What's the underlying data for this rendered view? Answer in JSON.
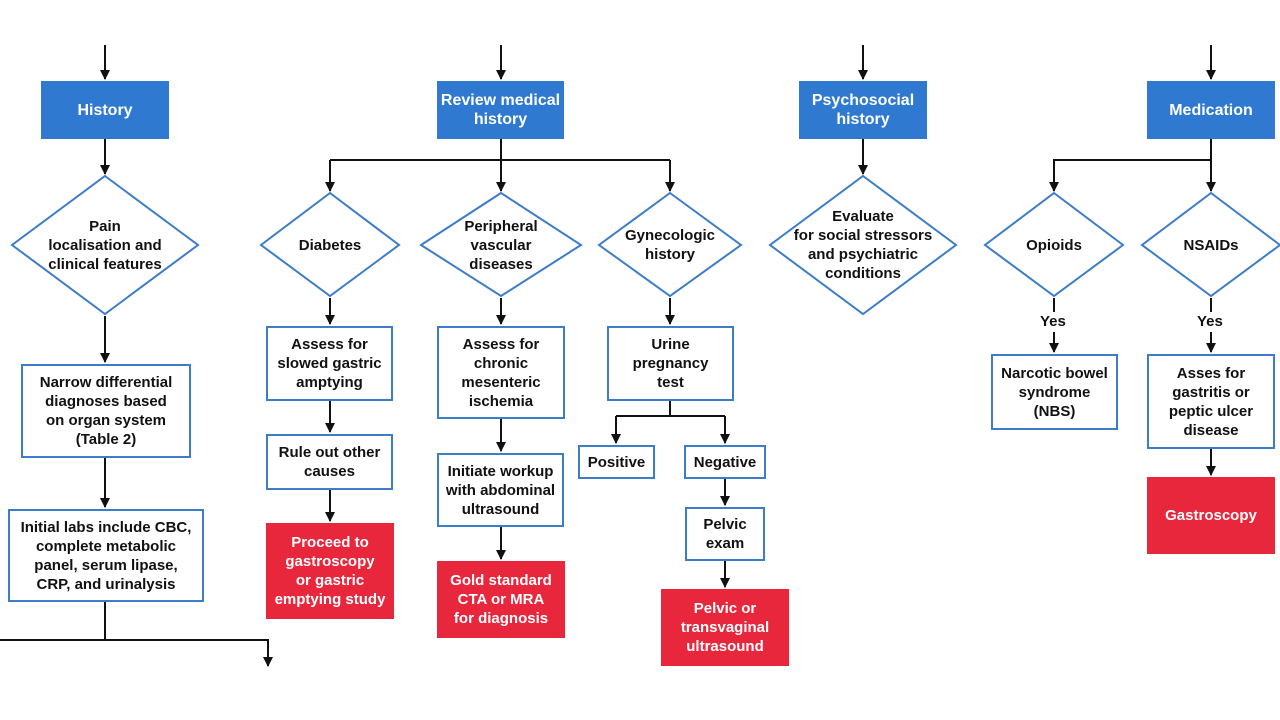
{
  "colors": {
    "header": "#2f7ad0",
    "terminal": "#e8263c",
    "box_border": "#3c7cc8",
    "line": "#111111"
  },
  "columns": {
    "history": {
      "header": "History",
      "diamond": "Pain\nlocalisation and\nclinical features",
      "step1": "Narrow differential\ndiagnoses based\non organ system\n(Table 2)",
      "step2": "Initial labs include CBC,\ncomplete metabolic\npanel, serum lipase,\nCRP, and urinalysis"
    },
    "medical": {
      "header": "Review medical\nhistory",
      "diabetes": {
        "diamond": "Diabetes",
        "step1": "Assess for\nslowed gastric\namptying",
        "step2": "Rule out other\ncauses",
        "terminal": "Proceed to\ngastroscopy\nor gastric\nemptying study"
      },
      "pvd": {
        "diamond": "Peripheral\nvascular\ndiseases",
        "step1": "Assess for\nchronic\nmesenteric\nischemia",
        "step2": "Initiate workup\nwith abdominal\nultrasound",
        "terminal": "Gold standard\nCTA or MRA\nfor diagnosis"
      },
      "gyn": {
        "diamond": "Gynecologic\nhistory",
        "step1": "Urine\npregnancy\ntest",
        "positive": "Positive",
        "negative": "Negative",
        "step2": "Pelvic\nexam",
        "terminal": "Pelvic or\ntransvaginal\nultrasound"
      }
    },
    "psychosocial": {
      "header": "Psychosocial\nhistory",
      "diamond": "Evaluate\nfor social stressors\nand psychiatric\nconditions"
    },
    "medication": {
      "header": "Medication",
      "opioids": {
        "diamond": "Opioids",
        "yes": "Yes",
        "step1": "Narcotic bowel\nsyndrome\n(NBS)"
      },
      "nsaids": {
        "diamond": "NSAIDs",
        "yes": "Yes",
        "step1": "Asses for\ngastritis or\npeptic ulcer\ndisease",
        "terminal": "Gastroscopy"
      }
    }
  }
}
